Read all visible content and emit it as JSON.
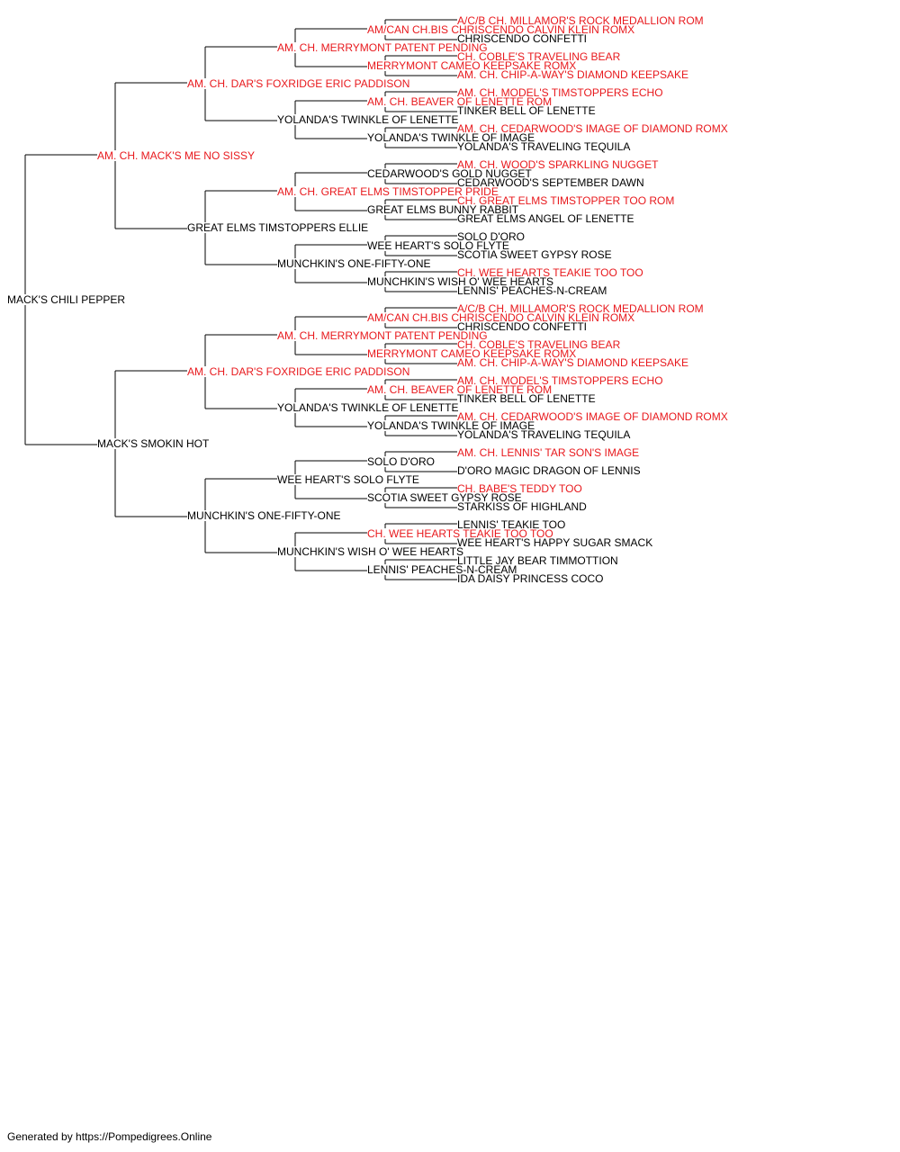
{
  "colors": {
    "champion": "#e8191d",
    "normal": "#000000",
    "line": "#000000"
  },
  "pedigree": {
    "name": "MACK'S CHILI PEPPER",
    "ch": false,
    "sire": {
      "name": "AM. CH. MACK'S ME NO SISSY",
      "ch": true,
      "sire": {
        "name": "AM. CH. DAR'S FOXRIDGE ERIC PADDISON",
        "ch": true,
        "sire": {
          "name": "AM. CH. MERRYMONT PATENT PENDING",
          "ch": true,
          "sire": {
            "name": "AM/CAN CH.BIS CHRISCENDO CALVIN KLEIN ROMX",
            "ch": true,
            "sire": {
              "name": "A/C/B CH. MILLAMOR'S ROCK MEDALLION ROM",
              "ch": true
            },
            "dam": {
              "name": "CHRISCENDO CONFETTI",
              "ch": false
            }
          },
          "dam": {
            "name": "MERRYMONT CAMEO KEEPSAKE ROMX",
            "ch": true,
            "sire": {
              "name": "CH. COBLE'S TRAVELING BEAR",
              "ch": true
            },
            "dam": {
              "name": "AM. CH. CHIP-A-WAY'S DIAMOND KEEPSAKE",
              "ch": true
            }
          }
        },
        "dam": {
          "name": "YOLANDA'S TWINKLE OF LENETTE",
          "ch": false,
          "sire": {
            "name": "AM. CH. BEAVER OF LENETTE ROM",
            "ch": true,
            "sire": {
              "name": "AM. CH. MODEL'S TIMSTOPPERS ECHO",
              "ch": true
            },
            "dam": {
              "name": "TINKER BELL OF LENETTE",
              "ch": false
            }
          },
          "dam": {
            "name": "YOLANDA'S TWINKLE OF IMAGE",
            "ch": false,
            "sire": {
              "name": "AM. CH. CEDARWOOD'S IMAGE OF DIAMOND ROMX",
              "ch": true
            },
            "dam": {
              "name": "YOLANDA'S TRAVELING TEQUILA",
              "ch": false
            }
          }
        }
      },
      "dam": {
        "name": "GREAT ELMS TIMSTOPPERS ELLIE",
        "ch": false,
        "sire": {
          "name": "AM. CH. GREAT ELMS TIMSTOPPER PRIDE",
          "ch": true,
          "sire": {
            "name": "CEDARWOOD'S GOLD NUGGET",
            "ch": false,
            "sire": {
              "name": "AM. CH. WOOD'S SPARKLING NUGGET",
              "ch": true
            },
            "dam": {
              "name": "CEDARWOOD'S SEPTEMBER DAWN",
              "ch": false
            }
          },
          "dam": {
            "name": "GREAT ELMS BUNNY RABBIT",
            "ch": false,
            "sire": {
              "name": "CH. GREAT ELMS TIMSTOPPER TOO ROM",
              "ch": true
            },
            "dam": {
              "name": "GREAT ELMS ANGEL OF LENETTE",
              "ch": false
            }
          }
        },
        "dam": {
          "name": "MUNCHKIN'S ONE-FIFTY-ONE",
          "ch": false,
          "sire": {
            "name": "WEE HEART'S SOLO FLYTE",
            "ch": false,
            "sire": {
              "name": "SOLO D'ORO",
              "ch": false
            },
            "dam": {
              "name": "SCOTIA SWEET GYPSY ROSE",
              "ch": false
            }
          },
          "dam": {
            "name": "MUNCHKIN'S WISH O' WEE HEARTS",
            "ch": false,
            "sire": {
              "name": "CH. WEE HEARTS TEAKIE TOO TOO",
              "ch": true
            },
            "dam": {
              "name": "LENNIS' PEACHES-N-CREAM",
              "ch": false
            }
          }
        }
      }
    },
    "dam": {
      "name": "MACK'S SMOKIN HOT",
      "ch": false,
      "sire": {
        "name": "AM. CH. DAR'S FOXRIDGE ERIC PADDISON",
        "ch": true,
        "sire": {
          "name": "AM. CH. MERRYMONT PATENT PENDING",
          "ch": true,
          "sire": {
            "name": "AM/CAN CH.BIS CHRISCENDO CALVIN KLEIN ROMX",
            "ch": true,
            "sire": {
              "name": "A/C/B CH. MILLAMOR'S ROCK MEDALLION ROM",
              "ch": true
            },
            "dam": {
              "name": "CHRISCENDO CONFETTI",
              "ch": false
            }
          },
          "dam": {
            "name": "MERRYMONT CAMEO KEEPSAKE ROMX",
            "ch": true,
            "sire": {
              "name": "CH. COBLE'S TRAVELING BEAR",
              "ch": true
            },
            "dam": {
              "name": "AM. CH. CHIP-A-WAY'S DIAMOND KEEPSAKE",
              "ch": true
            }
          }
        },
        "dam": {
          "name": "YOLANDA'S TWINKLE OF LENETTE",
          "ch": false,
          "sire": {
            "name": "AM. CH. BEAVER OF LENETTE ROM",
            "ch": true,
            "sire": {
              "name": "AM. CH. MODEL'S TIMSTOPPERS ECHO",
              "ch": true
            },
            "dam": {
              "name": "TINKER BELL OF LENETTE",
              "ch": false
            }
          },
          "dam": {
            "name": "YOLANDA'S TWINKLE OF IMAGE",
            "ch": false,
            "sire": {
              "name": "AM. CH. CEDARWOOD'S IMAGE OF DIAMOND ROMX",
              "ch": true
            },
            "dam": {
              "name": "YOLANDA'S TRAVELING TEQUILA",
              "ch": false
            }
          }
        }
      },
      "dam": {
        "name": "MUNCHKIN'S ONE-FIFTY-ONE",
        "ch": false,
        "sire": {
          "name": "WEE HEART'S SOLO FLYTE",
          "ch": false,
          "sire": {
            "name": "SOLO D'ORO",
            "ch": false,
            "sire": {
              "name": "AM. CH. LENNIS' TAR SON'S IMAGE",
              "ch": true
            },
            "dam": {
              "name": "D'ORO MAGIC DRAGON OF LENNIS",
              "ch": false
            }
          },
          "dam": {
            "name": "SCOTIA SWEET GYPSY ROSE",
            "ch": false,
            "sire": {
              "name": "CH. BABE'S TEDDY TOO",
              "ch": true
            },
            "dam": {
              "name": "STARKISS OF HIGHLAND",
              "ch": false
            }
          }
        },
        "dam": {
          "name": "MUNCHKIN'S WISH O' WEE HEARTS",
          "ch": false,
          "sire": {
            "name": "CH. WEE HEARTS TEAKIE TOO TOO",
            "ch": true,
            "sire": {
              "name": "LENNIS' TEAKIE TOO",
              "ch": false
            },
            "dam": {
              "name": "WEE HEART'S HAPPY SUGAR SMACK",
              "ch": false
            }
          },
          "dam": {
            "name": "LENNIS' PEACHES-N-CREAM",
            "ch": false,
            "sire": {
              "name": "LITTLE JAY BEAR TIMMOTTION",
              "ch": false
            },
            "dam": {
              "name": "IDA DAISY PRINCESS COCO",
              "ch": false
            }
          }
        }
      }
    }
  },
  "footer": {
    "text": "Generated by https://Pompedigrees.Online"
  }
}
